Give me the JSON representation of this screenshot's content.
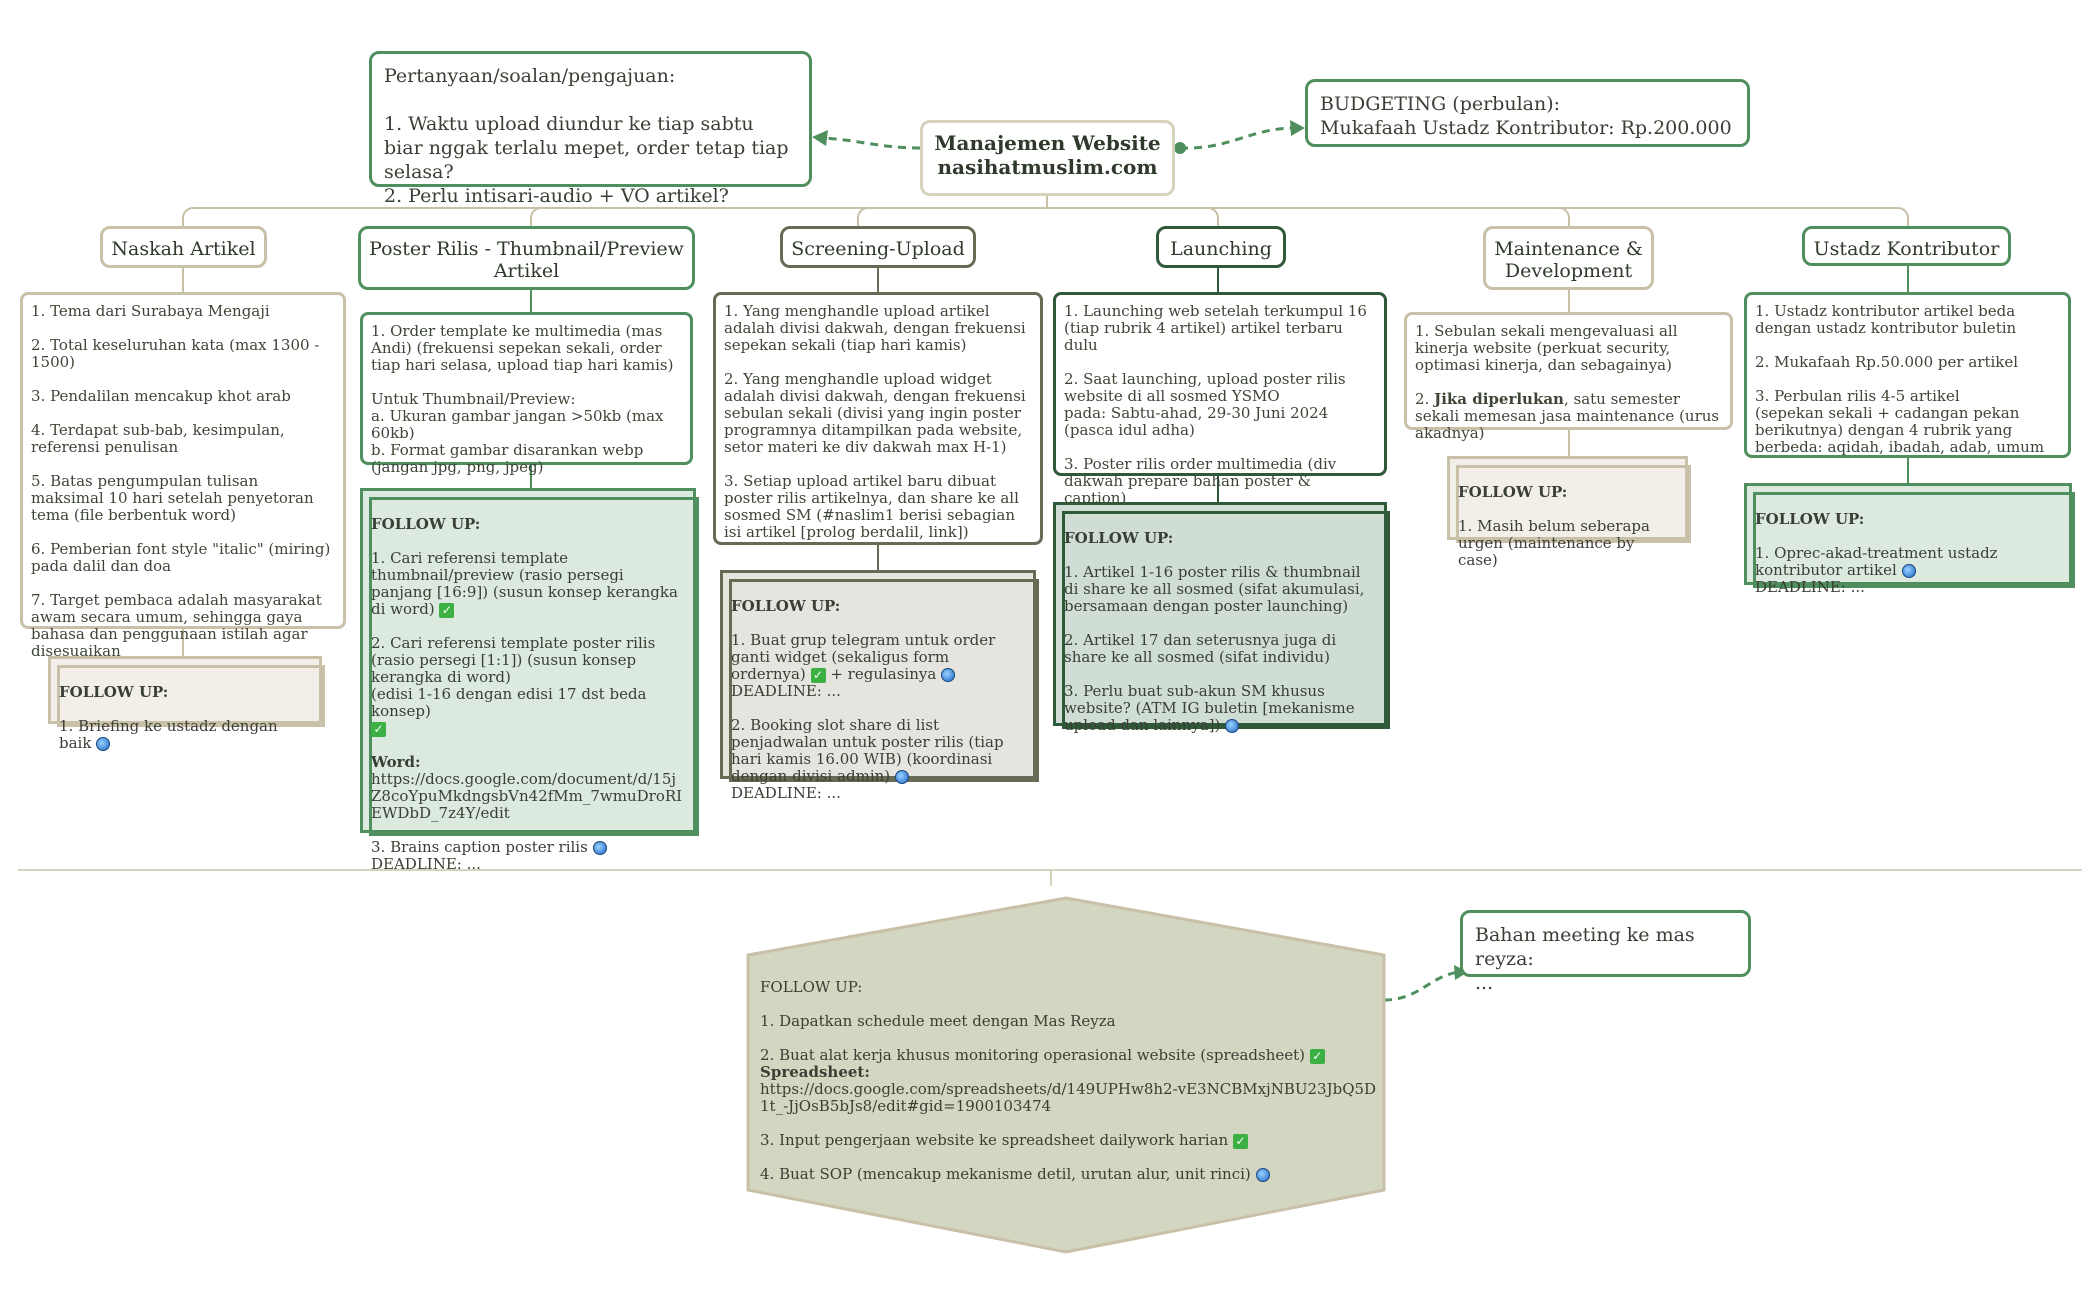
{
  "central": {
    "title_line1": "Manajemen Website",
    "title_line2": "nasihatmuslim.com"
  },
  "questions": {
    "text": "Pertanyaan/soalan/pengajuan:\n\n1. Waktu upload diundur ke tiap sabtu biar nggak terlalu mepet, order tetap tiap selasa?\n2. Perlu intisari-audio + VO artikel?"
  },
  "budgeting": {
    "text": "BUDGETING (perbulan):\nMukafaah Ustadz Kontributor: Rp.200.000"
  },
  "branches": {
    "naskah": {
      "title": "Naskah Artikel",
      "detail": "1. Tema dari Surabaya Mengaji\n\n2. Total keseluruhan kata (max 1300 - 1500)\n\n3. Pendalilan mencakup khot arab\n\n4. Terdapat sub-bab, kesimpulan, referensi penulisan\n\n5. Batas pengumpulan tulisan maksimal 10 hari setelah penyetoran tema (file berbentuk word)\n\n6. Pemberian font style \"italic\" (miring) pada dalil dan doa\n\n7. Target pembaca adalah masyarakat awam secara umum, sehingga gaya bahasa dan penggunaan istilah agar disesuaikan",
      "fu_head": "FOLLOW UP:",
      "fu_1": "1. Briefing ke ustadz dengan baik"
    },
    "poster": {
      "title": "Poster Rilis - Thumbnail/Preview Artikel",
      "detail": "1. Order template ke multimedia (mas Andi) (frekuensi sepekan sekali, order tiap hari selasa, upload tiap hari kamis)\n\nUntuk Thumbnail/Preview:\na. Ukuran gambar jangan >50kb (max 60kb)\nb. Format gambar disarankan webp (jangan jpg, png, jpeg)",
      "fu_head": "FOLLOW UP:",
      "fu_1": "1. Cari referensi template thumbnail/preview (rasio persegi panjang [16:9]) (susun konsep kerangka di word)",
      "fu_2": "2. Cari referensi template poster rilis (rasio persegi [1:1]) (susun konsep kerangka di word)\n(edisi 1-16 dengan edisi 17 dst beda konsep)",
      "fu_word_label": "Word:",
      "fu_word_link": "https://docs.google.com/document/d/15jZ8coYpuMkdngsbVn42fMm_7wmuDroRIEWDbD_7z4Y/edit",
      "fu_3": "3. Brains caption poster rilis",
      "fu_deadline": "DEADLINE: ..."
    },
    "screening": {
      "title": "Screening-Upload",
      "detail": "1. Yang menghandle upload artikel adalah divisi dakwah, dengan frekuensi sepekan sekali (tiap hari kamis)\n\n2. Yang menghandle upload widget adalah divisi dakwah, dengan frekuensi sebulan sekali (divisi yang ingin poster programnya ditampilkan pada website, setor materi ke div dakwah max H-1)\n\n3. Setiap upload artikel baru dibuat poster rilis artikelnya, dan share ke all sosmed SM (#naslim1 berisi sebagian isi artikel [prolog berdalil, link])",
      "fu_head": "FOLLOW UP:",
      "fu_1": "1. Buat grup telegram untuk order ganti widget (sekaligus form ordernya)",
      "fu_1b": "+ regulasinya",
      "fu_deadline1": "DEADLINE: ...",
      "fu_2": "2. Booking slot share di list penjadwalan untuk poster rilis (tiap hari kamis 16.00 WIB) (koordinasi dengan divisi admin)",
      "fu_deadline2": "DEADLINE: ..."
    },
    "launching": {
      "title": "Launching",
      "detail": "1. Launching web setelah terkumpul 16 (tiap rubrik 4 artikel) artikel terbaru dulu\n\n2. Saat launching, upload poster rilis website di all sosmed YSMO\npada: Sabtu-ahad, 29-30 Juni 2024 (pasca idul adha)\n\n3. Poster rilis order multimedia (div dakwah prepare bahan poster & caption)",
      "fu_head": "FOLLOW UP:",
      "fu_1": "1. Artikel 1-16 poster rilis & thumbnail di share ke all sosmed (sifat akumulasi, bersamaan dengan poster launching)",
      "fu_2": "2. Artikel 17 dan seterusnya juga di share ke all sosmed (sifat individu)",
      "fu_3": "3. Perlu buat sub-akun SM khusus website? (ATM IG buletin [mekanisme upload dan lainnya])"
    },
    "maintenance": {
      "title": "Maintenance & Development",
      "detail_1": "1. Sebulan sekali mengevaluasi all kinerja website (perkuat security, optimasi kinerja, dan sebagainya)",
      "detail_2_pre": "2. ",
      "detail_2_bold": "Jika diperlukan",
      "detail_2_post": ", satu semester sekali memesan jasa maintenance (urus akadnya)",
      "fu_head": "FOLLOW UP:",
      "fu_1": "1. Masih belum seberapa urgen (maintenance by case)"
    },
    "ustadz": {
      "title": "Ustadz Kontributor",
      "detail": "1. Ustadz kontributor artikel beda dengan ustadz kontributor buletin\n\n2. Mukafaah Rp.50.000 per artikel\n\n3. Perbulan rilis 4-5 artikel\n(sepekan sekali + cadangan pekan berikutnya) dengan 4 rubrik yang berbeda: aqidah, ibadah, adab, umum",
      "fu_head": "FOLLOW UP:",
      "fu_1": "1. Oprec-akad-treatment ustadz kontributor artikel",
      "fu_deadline": "DEADLINE: ..."
    }
  },
  "bottom": {
    "head": "FOLLOW UP:",
    "item1": "1. Dapatkan schedule meet dengan Mas Reyza",
    "item2": "2. Buat alat kerja khusus monitoring operasional website (spreadsheet)",
    "sheet_label": "Spreadsheet:",
    "sheet_link": "https://docs.google.com/spreadsheets/d/149UPHw8h2-vE3NCBMxjNBU23JbQ5D1t_-JjOsB5bJs8/edit#gid=1900103474",
    "item3": "3. Input pengerjaan website ke spreadsheet dailywork harian",
    "item4": "4. Buat SOP (mencakup mekanisme detil, urutan alur, unit rinci)"
  },
  "meeting": {
    "text": "Bahan meeting ke mas reyza:\n..."
  },
  "colors": {
    "tan": "#c9c0a8",
    "green": "#4e8f5d",
    "olive": "#676a55",
    "dark_green": "#2f5a3a",
    "hex_fill": "#d3d6c0"
  },
  "icons": {
    "check": "check-mark-icon",
    "spin": "spinner-icon"
  }
}
